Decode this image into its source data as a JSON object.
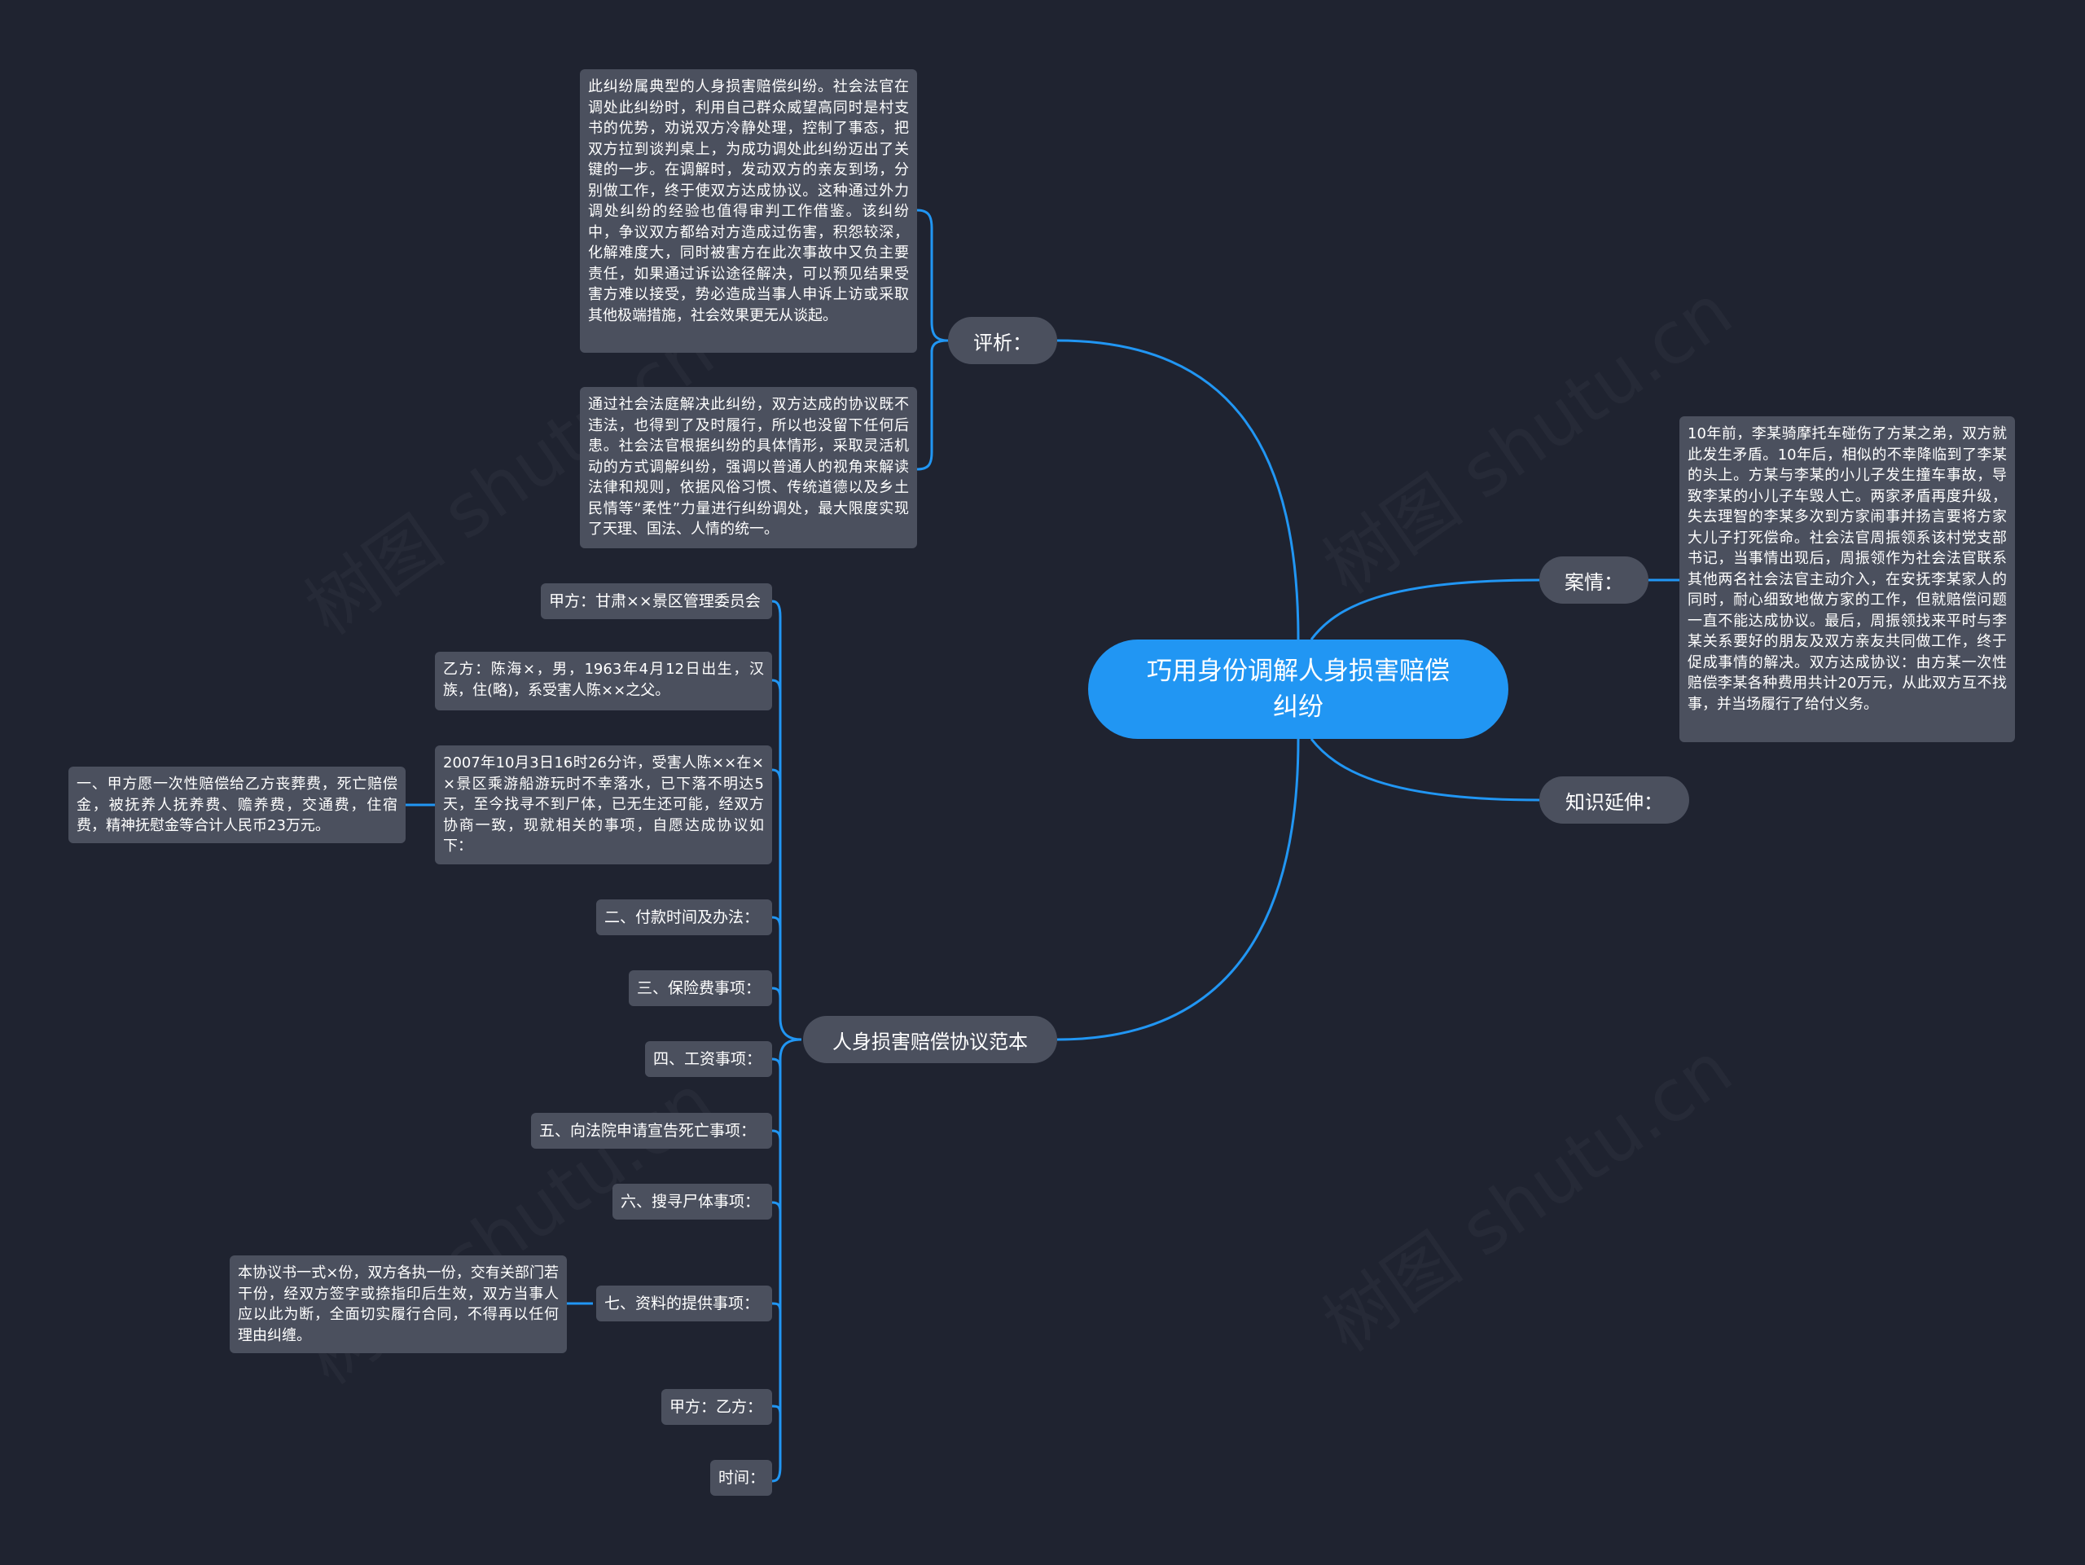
{
  "root": {
    "title": "巧用身份调解人身损害赔偿纠纷"
  },
  "branches": {
    "analysis": {
      "label": "评析：",
      "paras": [
        "此纠纷属典型的人身损害赔偿纠纷。社会法官在调处此纠纷时，利用自己群众威望高同时是村支书的优势，劝说双方冷静处理，控制了事态，把双方拉到谈判桌上，为成功调处此纠纷迈出了关键的一步。在调解时，发动双方的亲友到场，分别做工作，终于使双方达成协议。这种通过外力调处纠纷的经验也值得审判工作借鉴。该纠纷中，争议双方都给对方造成过伤害，积怨较深，化解难度大，同时被害方在此次事故中又负主要责任，如果通过诉讼途径解决，可以预见结果受害方难以接受，势必造成当事人申诉上访或采取其他极端措施，社会效果更无从谈起。",
        "通过社会法庭解决此纠纷，双方达成的协议既不违法，也得到了及时履行，所以也没留下任何后患。社会法官根据纠纷的具体情形，采取灵活机动的方式调解纠纷，强调以普通人的视角来解读法律和规则，依据风俗习惯、传统道德以及乡土民情等“柔性”力量进行纠纷调处，最大限度实现了天理、国法、人情的统一。"
      ]
    },
    "case": {
      "label": "案情：",
      "para": "10年前，李某骑摩托车碰伤了方某之弟，双方就此发生矛盾。10年后，相似的不幸降临到了李某的头上。方某与李某的小儿子发生撞车事故，导致李某的小儿子车毁人亡。两家矛盾再度升级，失去理智的李某多次到方家闹事并扬言要将方家大儿子打死偿命。社会法官周振领系该村党支部书记，当事情出现后，周振领作为社会法官联系其他两名社会法官主动介入，在安抚李某家人的同时，耐心细致地做方家的工作，但就赔偿问题一直不能达成协议。最后，周振领找来平时与李某关系要好的朋友及双方亲友共同做工作，终于促成事情的解决。双方达成协议：由方某一次性赔偿李某各种费用共计20万元，从此双方互不找事，并当场履行了给付义务。"
    },
    "knowledge": {
      "label": "知识延伸："
    },
    "template": {
      "label": "人身损害赔偿协议范本",
      "items": [
        "甲方：甘肃××景区管理委员会",
        "乙方：陈海×，男，1963年4月12日出生，汉族，住(略)，系受害人陈××之父。",
        "2007年10月3日16时26分许，受害人陈××在××景区乘游船游玩时不幸落水，已下落不明达5天，至今找寻不到尸体，已无生还可能，经双方协商一致，现就相关的事项，自愿达成协议如下：",
        "二、付款时间及办法：",
        "三、保险费事项：",
        "四、工资事项：",
        "五、向法院申请宣告死亡事项：",
        "六、搜寻尸体事项：",
        "七、资料的提供事项：",
        "甲方：乙方：",
        "时间："
      ],
      "sub_item_1": "一、甲方愿一次性赔偿给乙方丧葬费，死亡赔偿金，被抚养人抚养费、赡养费，交通费，住宿费，精神抚慰金等合计人民币23万元。",
      "sub_item_7": "本协议书一式×份，双方各执一份，交有关部门若干份，经双方签字或捺指印后生效，双方当事人应以此为断，全面切实履行合同，不得再以任何理由纠缠。"
    }
  },
  "colors": {
    "background": "#1f2330",
    "accent": "#2196f3",
    "node": "#4b505e",
    "link": "#2196f3"
  },
  "watermark": "树图 shutu.cn"
}
